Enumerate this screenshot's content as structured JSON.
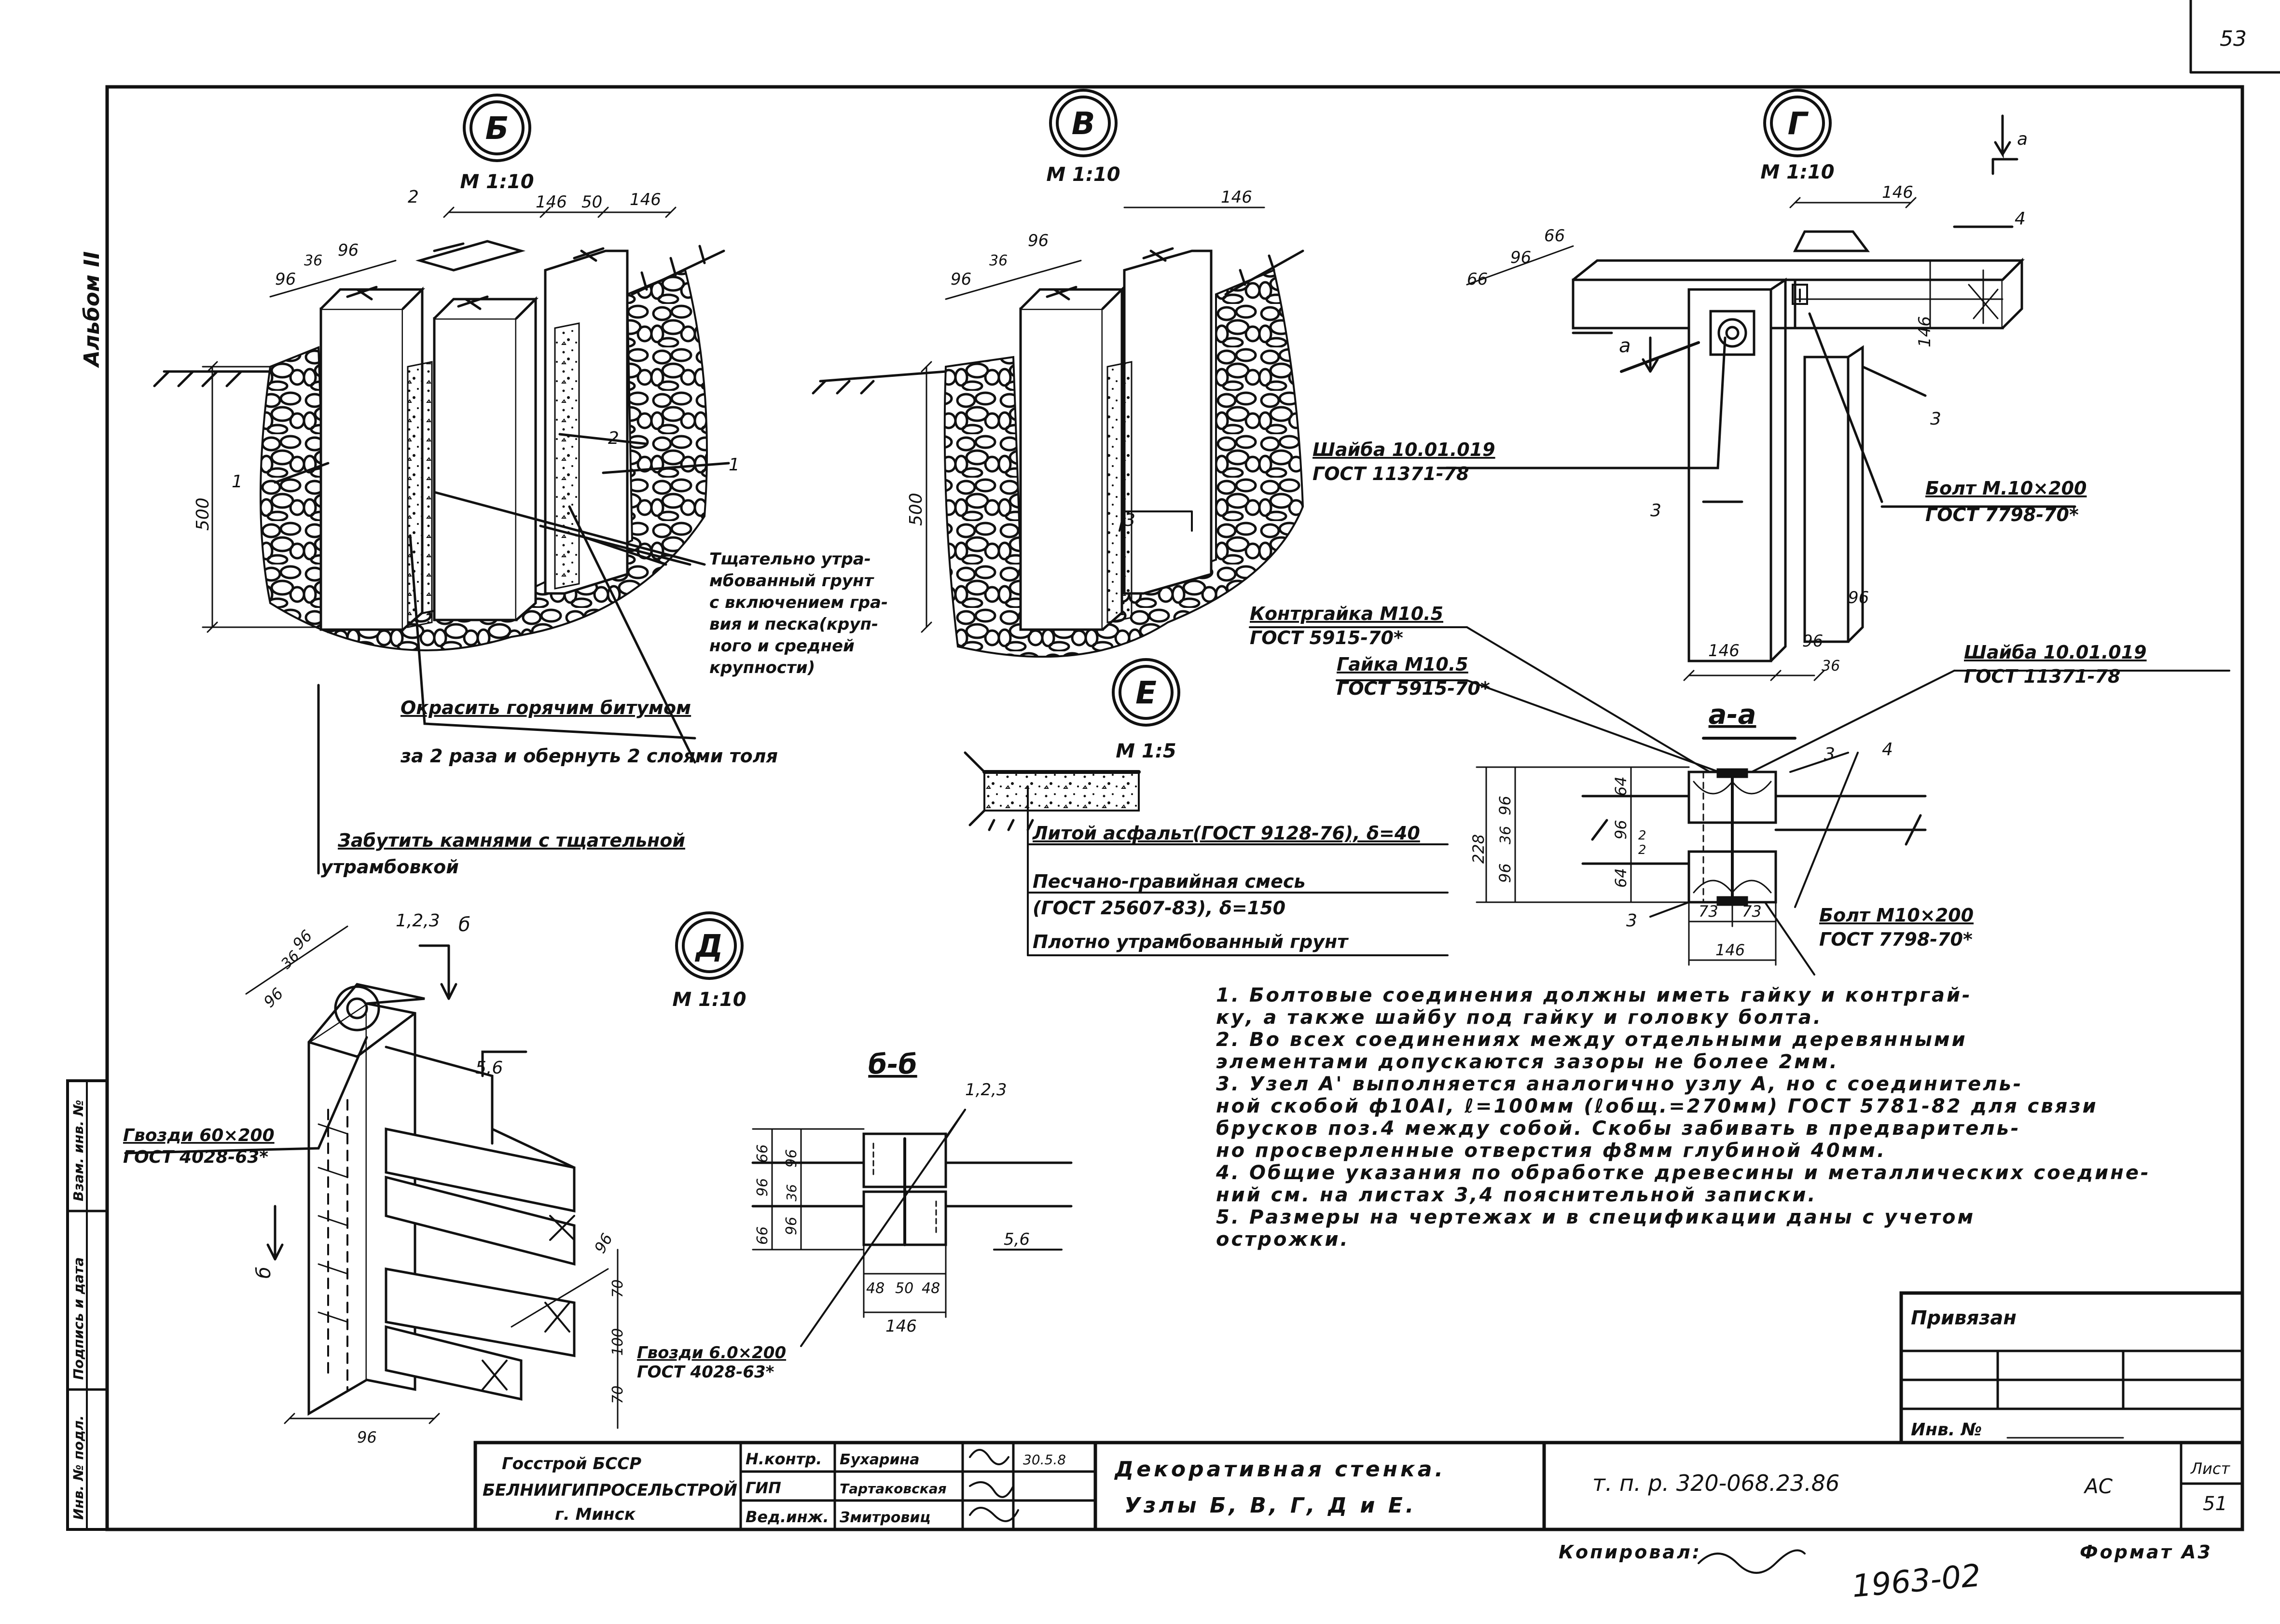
{
  "sheet_corner_number": "53",
  "album_label": "Альбом II",
  "nodes": {
    "b": {
      "letter": "Б",
      "scale": "М 1:10"
    },
    "v": {
      "letter": "В",
      "scale": "М 1:10"
    },
    "g": {
      "letter": "Г",
      "scale": "М 1:10"
    },
    "d": {
      "letter": "Д",
      "scale": "М 1:10"
    },
    "e": {
      "letter": "Е",
      "scale": "М 1:5"
    }
  },
  "dims_b": {
    "d146a": "146",
    "d50": "50",
    "d146b": "146",
    "d96a": "96",
    "d36": "36",
    "d96b": "96",
    "d500": "500",
    "p1a": "1",
    "p2a": "2",
    "p2b": "2",
    "p1b": "1"
  },
  "dims_v": {
    "d146": "146",
    "d96a": "96",
    "d36": "36",
    "d96b": "96",
    "d500": "500",
    "p3": "3"
  },
  "dims_g": {
    "d146a": "146",
    "d66a": "66",
    "d96": "96",
    "d66b": "66",
    "d146b": "146",
    "d146c": "146",
    "d96b": "96",
    "d96c": "96",
    "d36": "36",
    "p4": "4",
    "p3a": "3",
    "p3b": "3",
    "a_mark": "а",
    "a_mark2": "а"
  },
  "callouts": {
    "washer1_l1": "Шайба 10.01.019",
    "washer1_l2": "ГОСТ 11371-78",
    "bolt1_l1": "Болт М.10×200",
    "bolt1_l2": "ГОСТ 7798-70*",
    "locknut_l1": "Контргайка М10.5",
    "locknut_l2": "ГОСТ 5915-70*",
    "nut_l1": "Гайка М10.5",
    "nut_l2": "ГОСТ 5915-70*",
    "washer2_l1": "Шайба 10.01.019",
    "washer2_l2": "ГОСТ 11371-78",
    "bolt2_l1": "Болт М10×200",
    "bolt2_l2": "ГОСТ 7798-70*",
    "soil_l1": "Тщательно утра-",
    "soil_l2": "мбованный грунт",
    "soil_l3": "с включением гра-",
    "soil_l4": "вия и песка(круп-",
    "soil_l5": "ного и средней",
    "soil_l6": "крупности)",
    "bitumen_l1": "Окрасить горячим битумом",
    "bitumen_l2": "за 2 раза и обернуть 2 слоями толя",
    "stones_l1": "Забутить камнями с тщательной",
    "stones_l2": "утрамбовкой",
    "nail1_l1": "Гвозди 60×200",
    "nail1_l2": "ГОСТ 4028-63*",
    "nail2_l1": "Гвозди 6.0×200",
    "nail2_l2": "ГОСТ 4028-63*"
  },
  "layers_e": [
    "Литой асфальт(ГОСТ 9128-76), δ=40",
    "Песчано-гравийная смесь",
    "(ГОСТ 25607-83), δ=150",
    "Плотно утрамбованный грунт"
  ],
  "section_aa": {
    "title": "а-а",
    "d228": "228",
    "d96a": "96",
    "d36": "36",
    "d96b": "96",
    "d64a": "64",
    "d96c": "96",
    "d2a": "2",
    "d2b": "2",
    "d64b": "64",
    "d73a": "73",
    "d73b": "73",
    "d146": "146",
    "p3a": "3",
    "p3b": "3",
    "p4": "4"
  },
  "section_bb": {
    "title": "б-б",
    "ref": "1,2,3",
    "d66a": "66",
    "d96a": "96",
    "d66b": "66",
    "d96b": "96",
    "d36": "36",
    "d96c": "96",
    "d48a": "48",
    "d50": "50",
    "d48b": "48",
    "d146": "146",
    "ref56": "5,6"
  },
  "node_d": {
    "ref123": "1,2,3",
    "ref56": "5,6",
    "b1": "б",
    "b2": "б",
    "d96a": "96",
    "d36": "36",
    "d96b": "96",
    "d96c": "96",
    "d96d": "96",
    "d70a": "70",
    "d100": "100",
    "d70b": "70"
  },
  "notes": [
    "1. Болтовые соединения должны иметь гайку и контргай-",
    "ку, а также шайбу под гайку и головку болта.",
    "2. Во всех соединениях между отдельными деревянными",
    "элементами допускаются зазоры не более 2мм.",
    "3. Узел А' выполняется аналогично узлу А, но с соединитель-",
    "ной скобой ф10АI, ℓ=100мм (ℓобщ.=270мм) ГОСТ 5781-82 для связи",
    "брусков поз.4 между собой. Скобы забивать в предваритель-",
    "но просверленные отверстия ф8мм глубиной 40мм.",
    "4. Общие указания по обработке древесины и металлических соедине-",
    "ний см. на листах 3,4 пояснительной записки.",
    "5. Размеры на чертежах и в спецификации даны с учетом",
    "острожки."
  ],
  "stamp": {
    "privyazan": "Привязан",
    "inv": "Инв. №",
    "org1": "Госстрой БССР",
    "org2": "БЕЛНИИГИПРОСЕЛЬСТРОЙ",
    "org3": "г. Минск",
    "roles": [
      "Н.контр.",
      "ГИП",
      "Вед.инж."
    ],
    "names": [
      "Бухарина",
      "Тартаковская",
      "Змитровиц"
    ],
    "date": "30.5.8",
    "title_l1": "Декоративная стенка.",
    "title_l2": "Узлы Б, В, Г, Д и Е.",
    "code": "т. п. р. 320-068.23.86",
    "stage": "АС",
    "sheet_label": "Лист",
    "sheet_no": "51",
    "copied": "Копировал:",
    "format": "Формат А3",
    "handwritten": "1963-02"
  },
  "side_stamp": [
    "Инв. № подл.",
    "Подпись и дата",
    "Взам. инв. №"
  ]
}
